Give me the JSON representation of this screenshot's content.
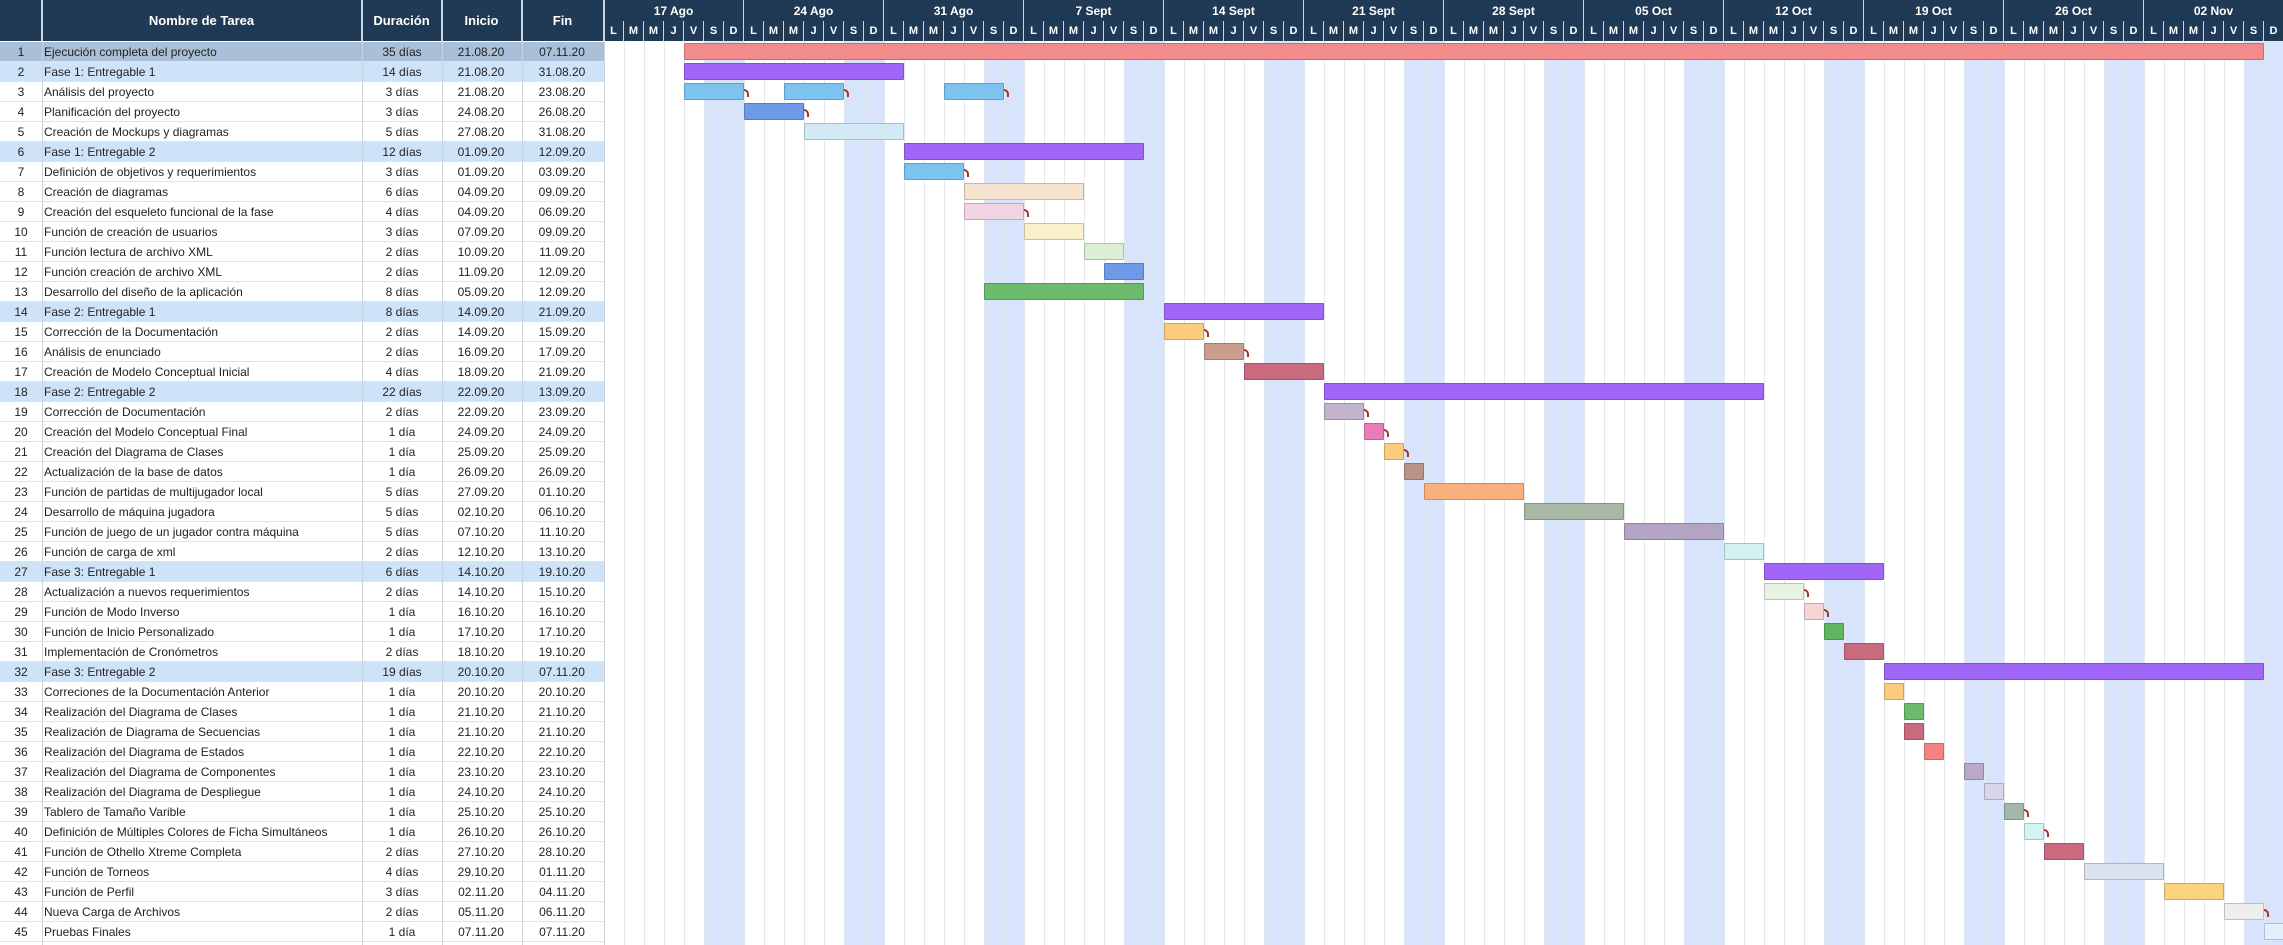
{
  "header": {
    "id_label": "",
    "name_label": "Nombre de Tarea",
    "duration_label": "Duración",
    "start_label": "Inicio",
    "end_label": "Fin"
  },
  "timeline": {
    "start_date": "2020-08-17",
    "weeks": [
      "17 Ago",
      "24 Ago",
      "31 Ago",
      "7 Sept",
      "14 Sept",
      "21 Sept",
      "28 Sept",
      "05 Oct",
      "12 Oct",
      "19 Oct",
      "26 Oct",
      "02 Nov"
    ],
    "day_letters": [
      "L",
      "M",
      "M",
      "J",
      "V",
      "S",
      "D"
    ],
    "weekend_color": "#d8e4fb",
    "header_color": "#203a55"
  },
  "tasks": [
    {
      "id": "1",
      "name": "Ejecución completa del proyecto",
      "duration": "35 días",
      "start": "21.08.20",
      "end": "07.11.20",
      "type": "top",
      "bar_start": "2020-08-21",
      "bar_end": "2020-11-07",
      "color": "#f28b8b"
    },
    {
      "id": "2",
      "name": "Fase 1: Entregable 1",
      "duration": "14 días",
      "start": "21.08.20",
      "end": "31.08.20",
      "type": "summary",
      "bar_start": "2020-08-21",
      "bar_end": "2020-08-31",
      "color": "#a066f5"
    },
    {
      "id": "3",
      "name": "Análisis del proyecto",
      "duration": "3 días",
      "start": "21.08.20",
      "end": "23.08.20",
      "type": "task",
      "segments": [
        [
          "2020-08-21",
          "2020-08-23"
        ],
        [
          "2020-08-26",
          "2020-08-28"
        ],
        [
          "2020-09-03",
          "2020-09-05"
        ]
      ],
      "color": "#7cc4ef",
      "links": [
        0,
        1,
        2
      ]
    },
    {
      "id": "4",
      "name": "Planificación del proyecto",
      "duration": "3 días",
      "start": "24.08.20",
      "end": "26.08.20",
      "type": "task",
      "bar_start": "2020-08-24",
      "bar_end": "2020-08-26",
      "color": "#6f9ae8",
      "links": [
        0
      ]
    },
    {
      "id": "5",
      "name": "Creación de Mockups y diagramas",
      "duration": "5 días",
      "start": "27.08.20",
      "end": "31.08.20",
      "type": "task",
      "bar_start": "2020-08-27",
      "bar_end": "2020-08-31",
      "color": "#d3eaf6"
    },
    {
      "id": "6",
      "name": "Fase 1: Entregable 2",
      "duration": "12 días",
      "start": "01.09.20",
      "end": "12.09.20",
      "type": "summary",
      "bar_start": "2020-09-01",
      "bar_end": "2020-09-12",
      "color": "#a066f5"
    },
    {
      "id": "7",
      "name": "Definición de objetivos y requerimientos",
      "duration": "3 días",
      "start": "01.09.20",
      "end": "03.09.20",
      "type": "task",
      "bar_start": "2020-09-01",
      "bar_end": "2020-09-03",
      "color": "#7cc4ef",
      "links": [
        0
      ]
    },
    {
      "id": "8",
      "name": "Creación de diagramas",
      "duration": "6 días",
      "start": "04.09.20",
      "end": "09.09.20",
      "type": "task",
      "bar_start": "2020-09-04",
      "bar_end": "2020-09-09",
      "color": "#f6e3cf"
    },
    {
      "id": "9",
      "name": "Creación del esqueleto funcional de la fase",
      "duration": "4 días",
      "start": "04.09.20",
      "end": "06.09.20",
      "type": "task",
      "bar_start": "2020-09-04",
      "bar_end": "2020-09-06",
      "color": "#f2d3e4",
      "links": [
        0
      ]
    },
    {
      "id": "10",
      "name": "Función de creación de usuarios",
      "duration": "3 días",
      "start": "07.09.20",
      "end": "09.09.20",
      "type": "task",
      "bar_start": "2020-09-07",
      "bar_end": "2020-09-09",
      "color": "#faf0c9"
    },
    {
      "id": "11",
      "name": "Función lectura de archivo XML",
      "duration": "2 días",
      "start": "10.09.20",
      "end": "11.09.20",
      "type": "task",
      "bar_start": "2020-09-10",
      "bar_end": "2020-09-11",
      "color": "#dbefd6"
    },
    {
      "id": "12",
      "name": "Función creación de archivo XML",
      "duration": "2 días",
      "start": "11.09.20",
      "end": "12.09.20",
      "type": "task",
      "bar_start": "2020-09-11",
      "bar_end": "2020-09-12",
      "color": "#6f9ae8"
    },
    {
      "id": "13",
      "name": "Desarrollo del diseño de la aplicación",
      "duration": "8 días",
      "start": "05.09.20",
      "end": "12.09.20",
      "type": "task",
      "bar_start": "2020-09-05",
      "bar_end": "2020-09-12",
      "color": "#6dbb6d"
    },
    {
      "id": "14",
      "name": "Fase 2: Entregable 1",
      "duration": "8 días",
      "start": "14.09.20",
      "end": "21.09.20",
      "type": "summary",
      "bar_start": "2020-09-14",
      "bar_end": "2020-09-21",
      "color": "#a066f5"
    },
    {
      "id": "15",
      "name": "Corrección de la Documentación",
      "duration": "2 días",
      "start": "14.09.20",
      "end": "15.09.20",
      "type": "task",
      "bar_start": "2020-09-14",
      "bar_end": "2020-09-15",
      "color": "#f9cd7d",
      "links": [
        0
      ]
    },
    {
      "id": "16",
      "name": "Análisis de enunciado",
      "duration": "2 días",
      "start": "16.09.20",
      "end": "17.09.20",
      "type": "task",
      "bar_start": "2020-09-16",
      "bar_end": "2020-09-17",
      "color": "#c99e8c",
      "links": [
        0
      ]
    },
    {
      "id": "17",
      "name": "Creación de Modelo Conceptual Inicial",
      "duration": "4 días",
      "start": "18.09.20",
      "end": "21.09.20",
      "type": "task",
      "bar_start": "2020-09-18",
      "bar_end": "2020-09-21",
      "color": "#c96a7f"
    },
    {
      "id": "18",
      "name": "Fase 2: Entregable 2",
      "duration": "22 días",
      "start": "22.09.20",
      "end": "13.09.20",
      "type": "summary",
      "bar_start": "2020-09-22",
      "bar_end": "2020-10-13",
      "color": "#a066f5"
    },
    {
      "id": "19",
      "name": "Corrección de Documentación",
      "duration": "2 días",
      "start": "22.09.20",
      "end": "23.09.20",
      "type": "task",
      "bar_start": "2020-09-22",
      "bar_end": "2020-09-23",
      "color": "#c2b4cc",
      "links": [
        0
      ]
    },
    {
      "id": "20",
      "name": "Creación del Modelo Conceptual Final",
      "duration": "1 día",
      "start": "24.09.20",
      "end": "24.09.20",
      "type": "task",
      "bar_start": "2020-09-24",
      "bar_end": "2020-09-24",
      "color": "#ec7cb8",
      "links": [
        0
      ]
    },
    {
      "id": "21",
      "name": "Creación del Diagrama de Clases",
      "duration": "1 día",
      "start": "25.09.20",
      "end": "25.09.20",
      "type": "task",
      "bar_start": "2020-09-25",
      "bar_end": "2020-09-25",
      "color": "#f9cd7d",
      "links": [
        0
      ]
    },
    {
      "id": "22",
      "name": "Actualización de la base de datos",
      "duration": "1 día",
      "start": "26.09.20",
      "end": "26.09.20",
      "type": "task",
      "bar_start": "2020-09-26",
      "bar_end": "2020-09-26",
      "color": "#b89488"
    },
    {
      "id": "23",
      "name": "Función de partidas de multijugador local",
      "duration": "5 días",
      "start": "27.09.20",
      "end": "01.10.20",
      "type": "task",
      "bar_start": "2020-09-27",
      "bar_end": "2020-10-01",
      "color": "#f9b07d"
    },
    {
      "id": "24",
      "name": "Desarrollo de máquina jugadora",
      "duration": "5 días",
      "start": "02.10.20",
      "end": "06.10.20",
      "type": "task",
      "bar_start": "2020-10-02",
      "bar_end": "2020-10-06",
      "color": "#a8b8a4"
    },
    {
      "id": "25",
      "name": "Función de juego de un jugador contra máquina",
      "duration": "5 días",
      "start": "07.10.20",
      "end": "11.10.20",
      "type": "task",
      "bar_start": "2020-10-07",
      "bar_end": "2020-10-11",
      "color": "#b3a4c4"
    },
    {
      "id": "26",
      "name": "Función de carga de xml",
      "duration": "2 días",
      "start": "12.10.20",
      "end": "13.10.20",
      "type": "task",
      "bar_start": "2020-10-12",
      "bar_end": "2020-10-13",
      "color": "#d5f0f3"
    },
    {
      "id": "27",
      "name": "Fase 3: Entregable 1",
      "duration": "6 días",
      "start": "14.10.20",
      "end": "19.10.20",
      "type": "summary",
      "bar_start": "2020-10-14",
      "bar_end": "2020-10-19",
      "color": "#a066f5"
    },
    {
      "id": "28",
      "name": "Actualización a nuevos requerimientos",
      "duration": "2 días",
      "start": "14.10.20",
      "end": "15.10.20",
      "type": "task",
      "bar_start": "2020-10-14",
      "bar_end": "2020-10-15",
      "color": "#e8f3e2",
      "links": [
        0
      ]
    },
    {
      "id": "29",
      "name": "Función de Modo Inverso",
      "duration": "1 día",
      "start": "16.10.20",
      "end": "16.10.20",
      "type": "task",
      "bar_start": "2020-10-16",
      "bar_end": "2020-10-16",
      "color": "#f7d3d3",
      "links": [
        0
      ]
    },
    {
      "id": "30",
      "name": "Función de Inicio Personalizado",
      "duration": "1 día",
      "start": "17.10.20",
      "end": "17.10.20",
      "type": "task",
      "bar_start": "2020-10-17",
      "bar_end": "2020-10-17",
      "color": "#5fb85f"
    },
    {
      "id": "31",
      "name": "Implementación de Cronómetros",
      "duration": "2 días",
      "start": "18.10.20",
      "end": "19.10.20",
      "type": "task",
      "bar_start": "2020-10-18",
      "bar_end": "2020-10-19",
      "color": "#c96a7f"
    },
    {
      "id": "32",
      "name": "Fase 3: Entregable 2",
      "duration": "19 días",
      "start": "20.10.20",
      "end": "07.11.20",
      "type": "summary",
      "bar_start": "2020-10-20",
      "bar_end": "2020-11-07",
      "color": "#a066f5"
    },
    {
      "id": "33",
      "name": "Correciones de la Documentación Anterior",
      "duration": "1 día",
      "start": "20.10.20",
      "end": "20.10.20",
      "type": "task",
      "bar_start": "2020-10-20",
      "bar_end": "2020-10-20",
      "color": "#f9cd7d"
    },
    {
      "id": "34",
      "name": "Realización del Diagrama de Clases",
      "duration": "1 día",
      "start": "21.10.20",
      "end": "21.10.20",
      "type": "task",
      "bar_start": "2020-10-21",
      "bar_end": "2020-10-21",
      "color": "#6dbb6d"
    },
    {
      "id": "35",
      "name": "Realización de Diagrama de Secuencias",
      "duration": "1 día",
      "start": "21.10.20",
      "end": "21.10.20",
      "type": "task",
      "bar_start": "2020-10-21",
      "bar_end": "2020-10-21",
      "color": "#c96a7f"
    },
    {
      "id": "36",
      "name": "Realización del Diagrama de Estados",
      "duration": "1 día",
      "start": "22.10.20",
      "end": "22.10.20",
      "type": "task",
      "bar_start": "2020-10-22",
      "bar_end": "2020-10-22",
      "color": "#f58282"
    },
    {
      "id": "37",
      "name": "Realización del Diagrama de Componentes",
      "duration": "1 día",
      "start": "23.10.20",
      "end": "23.10.20",
      "type": "task",
      "bar_start": "2020-10-24",
      "bar_end": "2020-10-24",
      "color": "#b9a8c8"
    },
    {
      "id": "38",
      "name": "Realización del Diagrama de Despliegue",
      "duration": "1 día",
      "start": "24.10.20",
      "end": "24.10.20",
      "type": "task",
      "bar_start": "2020-10-25",
      "bar_end": "2020-10-25",
      "color": "#d8d4ec"
    },
    {
      "id": "39",
      "name": "Tablero de Tamaño Varible",
      "duration": "1 día",
      "start": "25.10.20",
      "end": "25.10.20",
      "type": "task",
      "bar_start": "2020-10-26",
      "bar_end": "2020-10-26",
      "color": "#a4b8aa",
      "links": [
        0
      ]
    },
    {
      "id": "40",
      "name": "Definición de Múltiples Colores de Ficha Simultáneos",
      "duration": "1 día",
      "start": "26.10.20",
      "end": "26.10.20",
      "type": "task",
      "bar_start": "2020-10-27",
      "bar_end": "2020-10-27",
      "color": "#d5f3f3",
      "links": [
        0
      ]
    },
    {
      "id": "41",
      "name": "Función de Othello Xtreme Completa",
      "duration": "2 días",
      "start": "27.10.20",
      "end": "28.10.20",
      "type": "task",
      "bar_start": "2020-10-28",
      "bar_end": "2020-10-29",
      "color": "#c96a7f"
    },
    {
      "id": "42",
      "name": "Función de Torneos",
      "duration": "4 días",
      "start": "29.10.20",
      "end": "01.11.20",
      "type": "task",
      "bar_start": "2020-10-30",
      "bar_end": "2020-11-02",
      "color": "#dde3ee"
    },
    {
      "id": "43",
      "name": "Función de Perfil",
      "duration": "3 días",
      "start": "02.11.20",
      "end": "04.11.20",
      "type": "task",
      "bar_start": "2020-11-03",
      "bar_end": "2020-11-05",
      "color": "#fbd27d"
    },
    {
      "id": "44",
      "name": "Nueva Carga de Archivos",
      "duration": "2 días",
      "start": "05.11.20",
      "end": "06.11.20",
      "type": "task",
      "bar_start": "2020-11-06",
      "bar_end": "2020-11-07",
      "color": "#eeeeee",
      "links": [
        0
      ]
    },
    {
      "id": "45",
      "name": "Pruebas Finales",
      "duration": "1 día",
      "start": "07.11.20",
      "end": "07.11.20",
      "type": "task",
      "bar_start": "2020-11-08",
      "bar_end": "2020-11-08",
      "color": "#e4eefc"
    }
  ]
}
